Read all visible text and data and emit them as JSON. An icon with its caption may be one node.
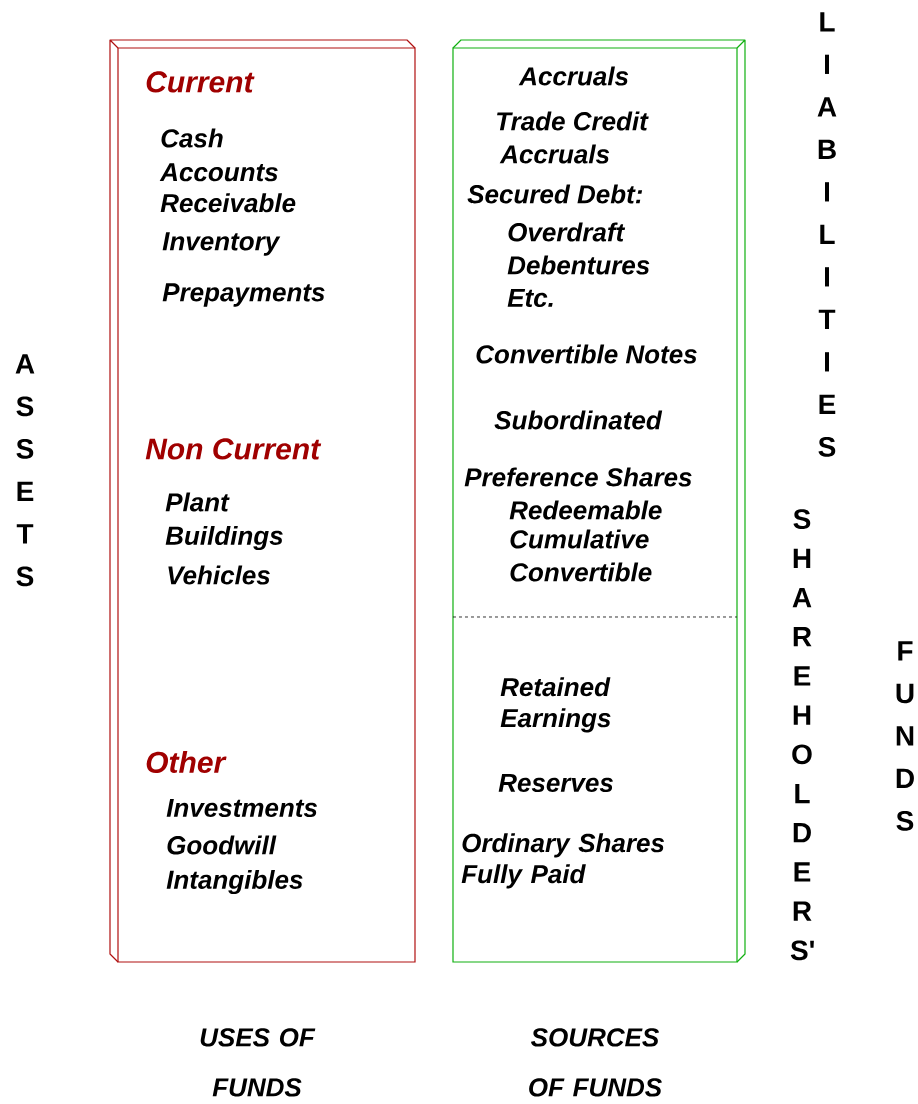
{
  "diagram": {
    "nodes": [
      {
        "text": [
          "Current",
          "Cash",
          "Accounts Receivable",
          "Inventory",
          "Prepayments",
          "Non Current",
          "Plant",
          "Buildings",
          "Vehicles",
          "Other",
          "Investments",
          "Goodwill",
          "Intangibles"
        ]
      },
      {
        "text": [
          "Accruals",
          "Trade Credit",
          "Accruals",
          "Secured Debt:",
          "Overdraft",
          "Debentures",
          "Etc.",
          "Convertible Notes",
          "Subordinated",
          "Preference Shares",
          "Redeemable",
          "Cumulative",
          "Convertible",
          "Retained Earnings",
          "Reserves",
          "Ordinary Shares Fully Paid"
        ]
      }
    ],
    "labels": [
      "LIABILITIES",
      "ASSETS",
      "SHAREHOLDERS'",
      "FUNDS",
      "USES OF FUNDS",
      "SOURCES OF FUNDS"
    ]
  }
}
